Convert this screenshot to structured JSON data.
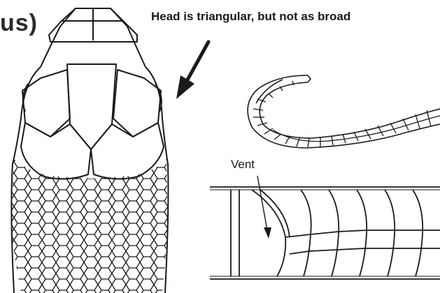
{
  "title_fragment": "us)",
  "head_annotation": "Head is triangular, but not as broad",
  "vent_label": "Vent",
  "colors": {
    "ink": "#1a1a1a",
    "background": "#ffffff"
  }
}
